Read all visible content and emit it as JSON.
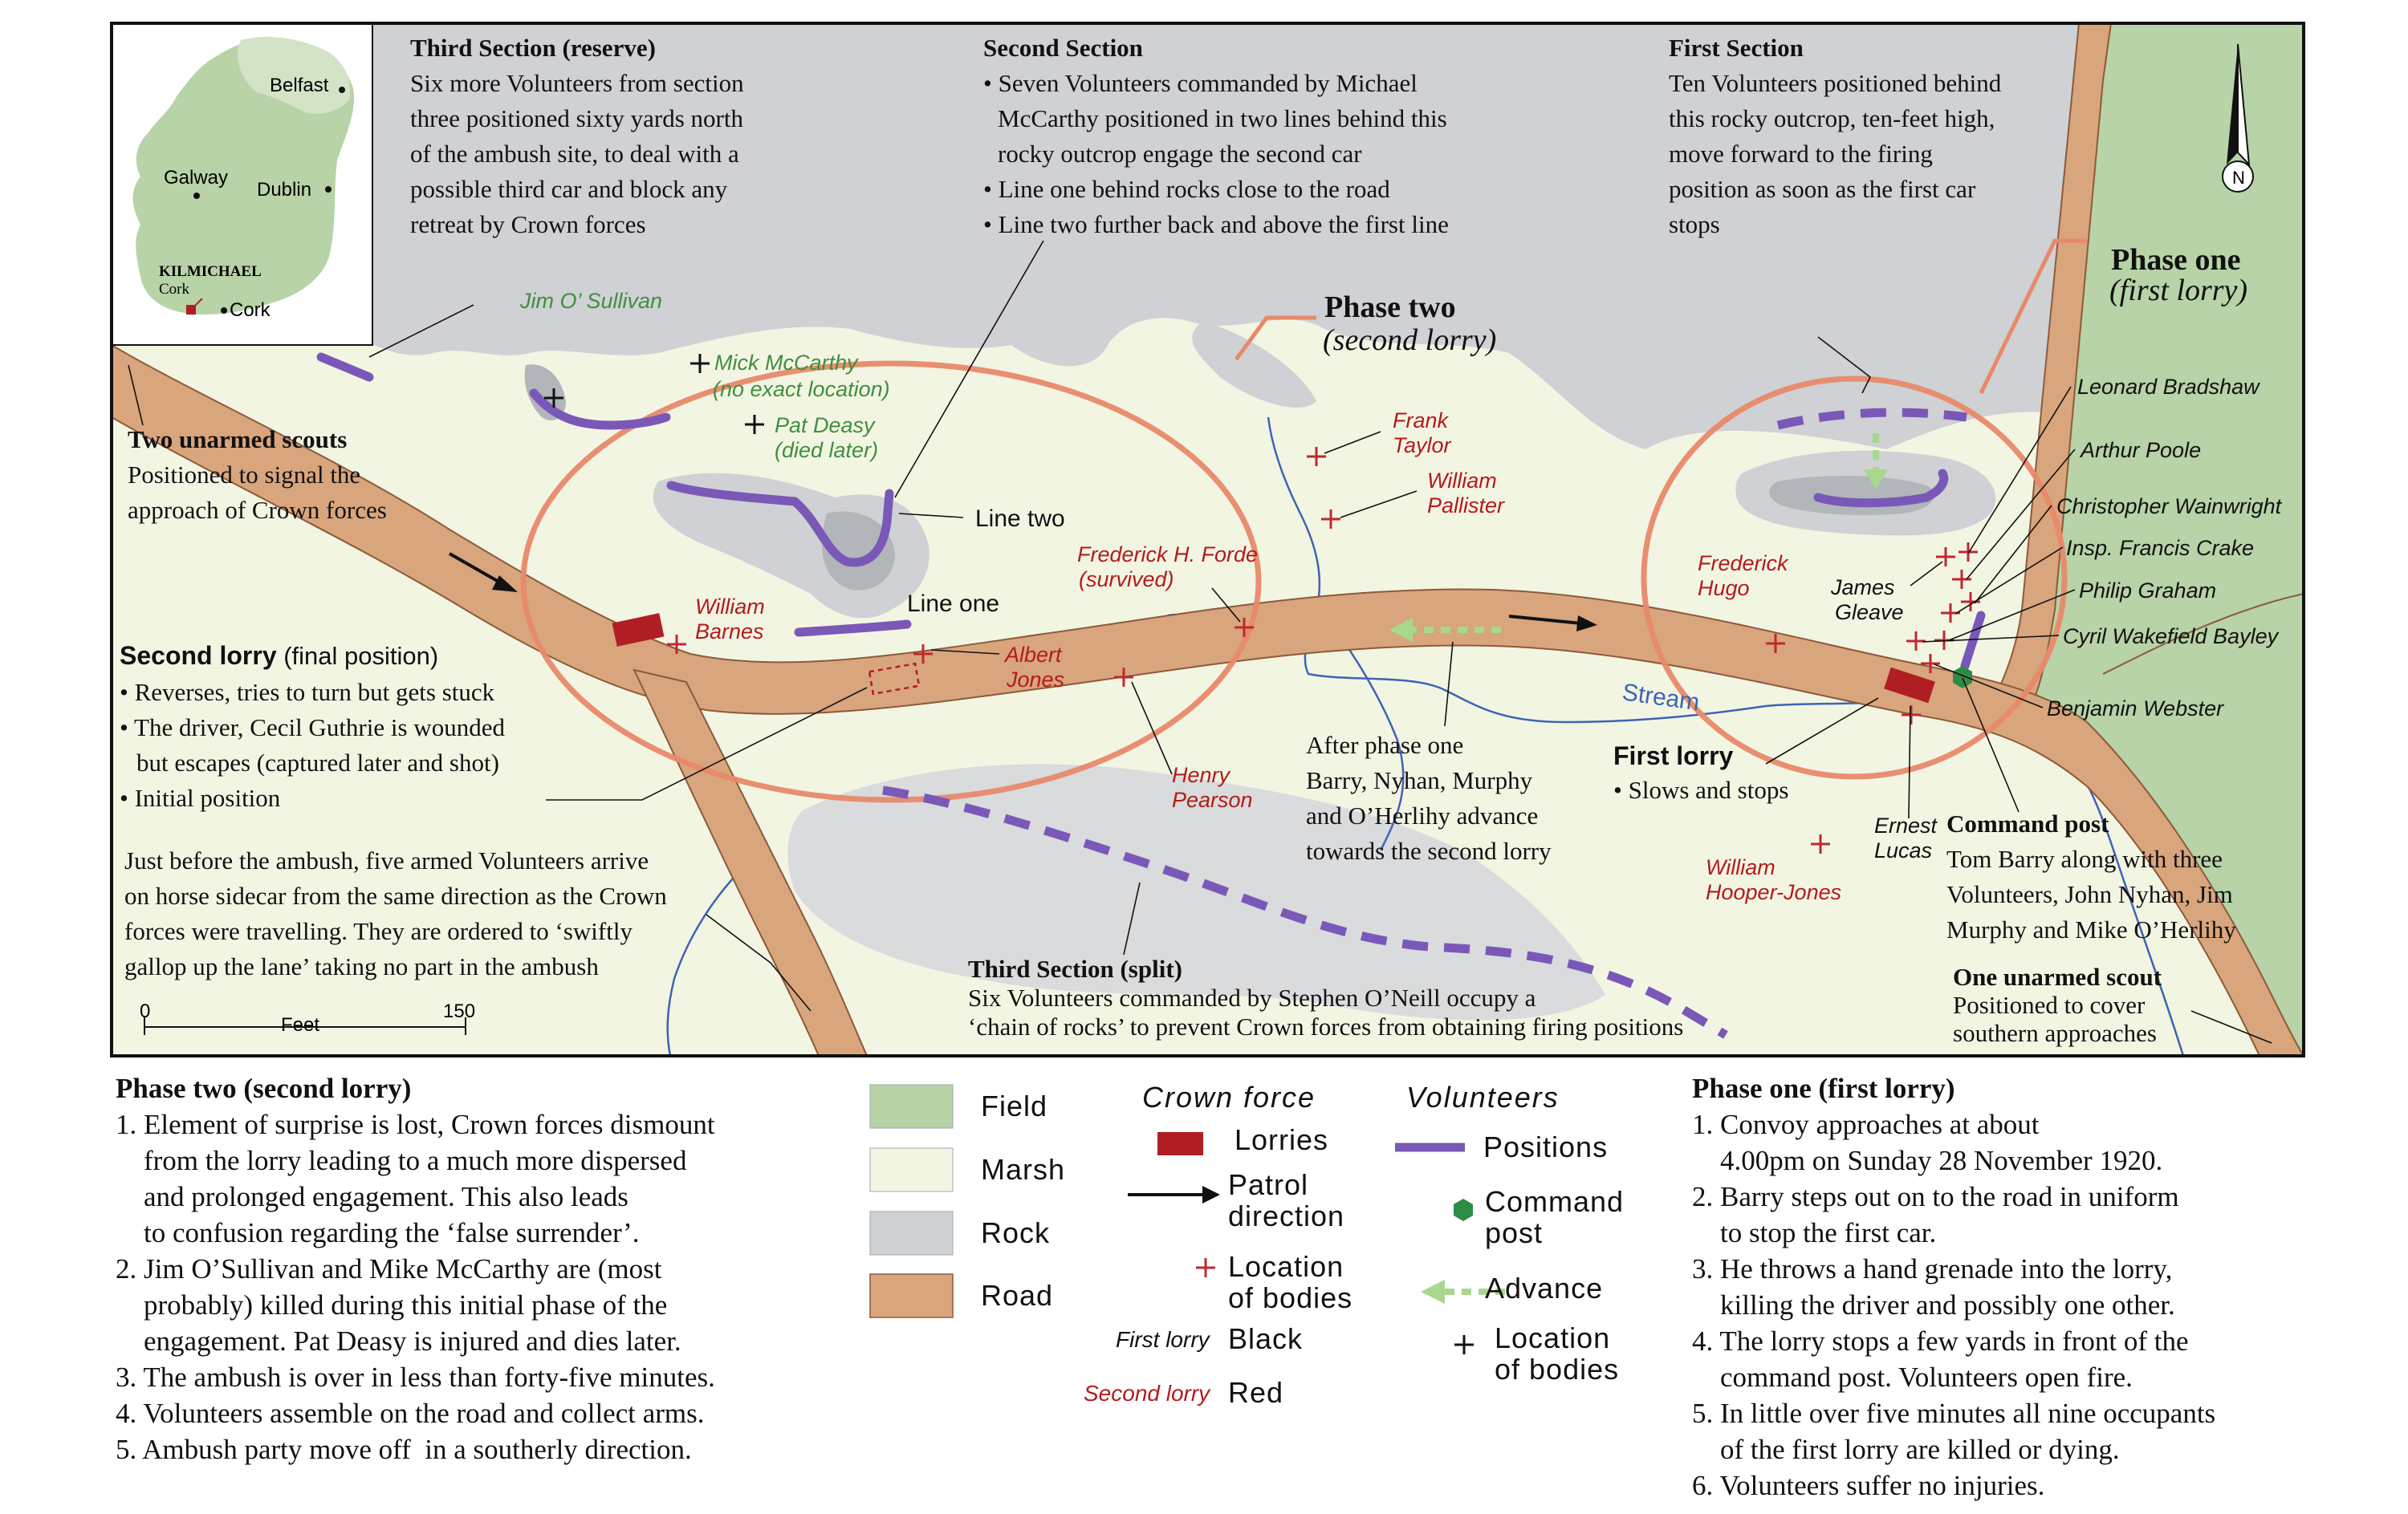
{
  "colors": {
    "field": "#b7d3a7",
    "marsh": "#f3f5e3",
    "rock": "#cfd1d4",
    "road": "#d9a57d",
    "road_edge": "#8c5a3a",
    "volunteer_position": "#7a58b8",
    "lorry": "#b01e23",
    "red_cross": "#c0282d",
    "advance": "#a8d88d",
    "circle": "#e8896a",
    "stream": "#3e63b5",
    "command_post": "#2e8b45"
  },
  "inset": {
    "places": {
      "belfast": "Belfast",
      "galway": "Galway",
      "dublin": "Dublin",
      "kilmichael": "KILMICHAEL",
      "cork_small": "Cork",
      "cork": "Cork"
    }
  },
  "compass": {
    "label": "N"
  },
  "scale_bar": {
    "start": "0",
    "label": "Feet",
    "end": "150"
  },
  "headings": {
    "third_reserve": "Third Section (reserve)",
    "second_section": "Second Section",
    "first_section": "First Section",
    "phase_two": "Phase two",
    "phase_two_sub": "(second lorry)",
    "phase_one": "Phase one",
    "phase_one_sub": "(first lorry)",
    "two_scouts": "Two unarmed scouts",
    "second_lorry": "Second lorry",
    "second_lorry_suffix": " (final position)",
    "first_lorry": "First lorry",
    "command_post": "Command post",
    "one_scout": "One unarmed scout",
    "third_split": "Third Section (split)"
  },
  "texts": {
    "third_reserve": [
      "Six more Volunteers from section",
      "three positioned sixty yards north",
      "of the ambush site, to deal with a",
      "possible third car and block any",
      "retreat by Crown forces"
    ],
    "second_section": [
      "• Seven Volunteers commanded by Michael",
      "McCarthy positioned in two lines behind this",
      "rocky outcrop engage the second car",
      "• Line one behind rocks close to the road",
      "• Line two further back and above the first line"
    ],
    "first_section": [
      "Ten Volunteers positioned behind",
      "this rocky outcrop, ten-feet high,",
      "move forward  to the firing",
      "position as soon as the first car",
      "stops"
    ],
    "two_scouts": [
      "Positioned to signal the",
      "approach of Crown forces"
    ],
    "second_lorry": [
      "• Reverses, tries to turn but gets stuck",
      "• The driver, Cecil Guthrie is wounded",
      "but escapes (captured later and shot)",
      "• Initial position"
    ],
    "horse": [
      "Just before the ambush, five armed Volunteers arrive",
      "on horse sidecar from the same direction as the Crown",
      "forces were travelling. They are ordered to ‘swiftly",
      "gallop up the lane’ taking no part in the ambush"
    ],
    "after_phase": [
      "After phase one",
      "Barry, Nyhan, Murphy",
      "and O’Herlihy advance",
      "towards the second lorry"
    ],
    "first_lorry": [
      "• Slows and stops"
    ],
    "command_post": [
      "Tom Barry along with three",
      "Volunteers, John Nyhan, Jim",
      "Murphy and Mike O’Herlihy"
    ],
    "one_scout": [
      "Positioned to cover",
      "southern approaches"
    ],
    "third_split": [
      "Six Volunteers commanded by Stephen O’Neill occupy a",
      "‘chain of rocks’ to prevent Crown forces from obtaining firing positions"
    ]
  },
  "labels": {
    "line_two": "Line two",
    "line_one": "Line one",
    "stream": "Stream"
  },
  "names": {
    "jim_osullivan": "Jim O’ Sullivan",
    "mick_mccarthy": "Mick McCarthy",
    "mick_note": "(no exact location)",
    "pat_deasy": "Pat Deasy",
    "pat_note": "(died later)",
    "william_barnes": [
      "William",
      "Barnes"
    ],
    "albert_jones": [
      "Albert",
      "Jones"
    ],
    "frederick_forde": [
      "Frederick H. Forde",
      "(survived)"
    ],
    "henry_pearson": [
      "Henry",
      "Pearson"
    ],
    "frank_taylor": [
      "Frank",
      "Taylor"
    ],
    "william_pallister": [
      "William",
      "Pallister"
    ],
    "frederick_hugo": [
      "Frederick",
      "Hugo"
    ],
    "william_hooper_jones": [
      "William",
      "Hooper-Jones"
    ],
    "ernest_lucas": [
      "Ernest",
      "Lucas"
    ],
    "james_gleave": [
      "James",
      "Gleave"
    ],
    "leonard_bradshaw": "Leonard Bradshaw",
    "arthur_poole": "Arthur Poole",
    "christopher_wainwright": "Christopher Wainwright",
    "francis_crake": "Insp. Francis Crake",
    "philip_graham": "Philip Graham",
    "cyril_bayley": "Cyril Wakefield Bayley",
    "benjamin_webster": "Benjamin Webster"
  },
  "legend": {
    "field": "Field",
    "marsh": "Marsh",
    "rock": "Rock",
    "road": "Road",
    "crown_force": "Crown force",
    "volunteers": "Volunteers",
    "lorries": "Lorries",
    "patrol": [
      "Patrol",
      "direction"
    ],
    "bodies_red": [
      "Location",
      "of bodies"
    ],
    "first_lorry_label": "First lorry",
    "black": "Black",
    "second_lorry_label": "Second lorry",
    "red": "Red",
    "positions": "Positions",
    "command": [
      "Command",
      "post"
    ],
    "advance": "Advance",
    "bodies_black": [
      "Location",
      "of bodies"
    ]
  },
  "phase_two_block": {
    "title": "Phase two (second lorry)",
    "lines": [
      "1. Element of surprise is lost, Crown forces dismount",
      "    from the lorry leading to a much more dispersed",
      "    and prolonged engagement. This also leads",
      "    to confusion regarding the ‘false surrender’.",
      "2. Jim O’Sullivan and Mike McCarthy are (most",
      "    probably) killed during this initial phase of the",
      "    engagement. Pat Deasy is injured and dies later.",
      "3. The ambush is over in less than forty-five minutes.",
      "4. Volunteers assemble on the road and collect arms.",
      "5. Ambush party move off  in a southerly direction."
    ]
  },
  "phase_one_block": {
    "title": "Phase one (first lorry)",
    "lines": [
      "1. Convoy approaches at about",
      "    4.00pm on Sunday 28 November 1920.",
      "2. Barry steps out on to the road in uniform",
      "    to stop the first car.",
      "3. He throws a hand grenade into the lorry,",
      "    killing the driver and possibly one other.",
      "4. The lorry stops a few yards in front of the",
      "    command post. Volunteers open fire.",
      "5. In little over five minutes all nine occupants",
      "    of the first lorry are killed or dying.",
      "6. Volunteers suffer no injuries."
    ]
  }
}
